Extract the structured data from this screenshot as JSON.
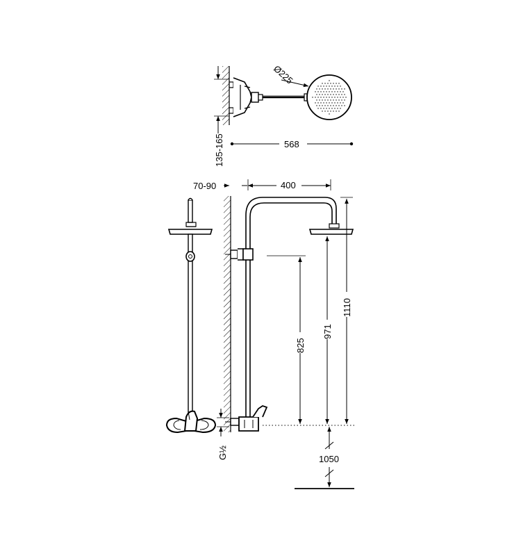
{
  "dimensions": {
    "shower_head_diameter": "Ø225",
    "wall_bracket_height": "135-165",
    "arm_length": "568",
    "wall_offset": "70-90",
    "horizontal_reach": "400",
    "mixer_to_bracket": "825",
    "mixer_to_head": "971",
    "mixer_to_top": "1110",
    "floor_to_mixer": "1050",
    "inlet_thread": "G½"
  }
}
